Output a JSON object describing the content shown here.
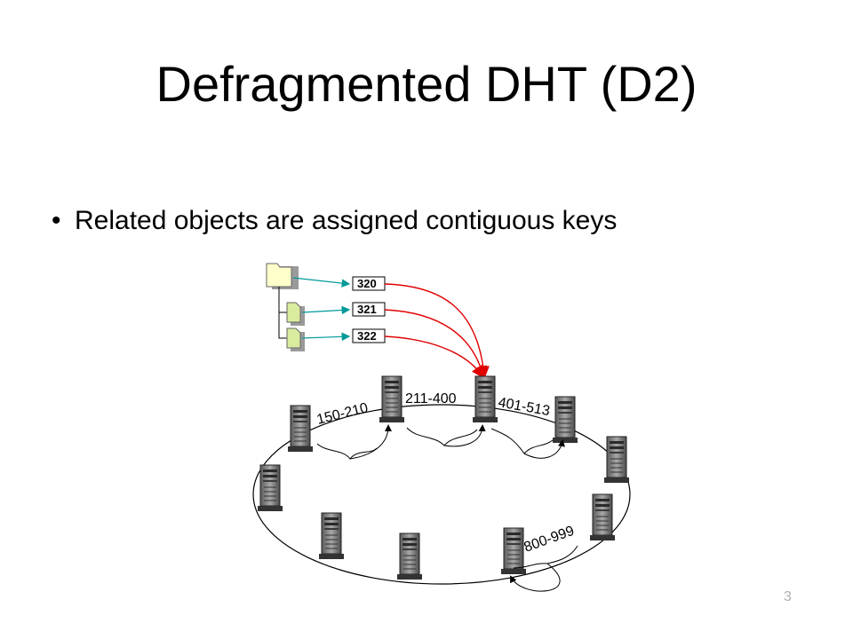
{
  "slide": {
    "title": "Defragmented DHT (D2)",
    "bullet": "Related objects are assigned contiguous keys",
    "page_number": "3"
  },
  "diagram": {
    "keys": [
      "320",
      "321",
      "322"
    ],
    "ranges": [
      "150-210",
      "211-400",
      "401-513",
      "800-999"
    ],
    "colors": {
      "key_arrow": "#009999",
      "assign_arrow": "#e00000",
      "ring": "#000000"
    }
  }
}
